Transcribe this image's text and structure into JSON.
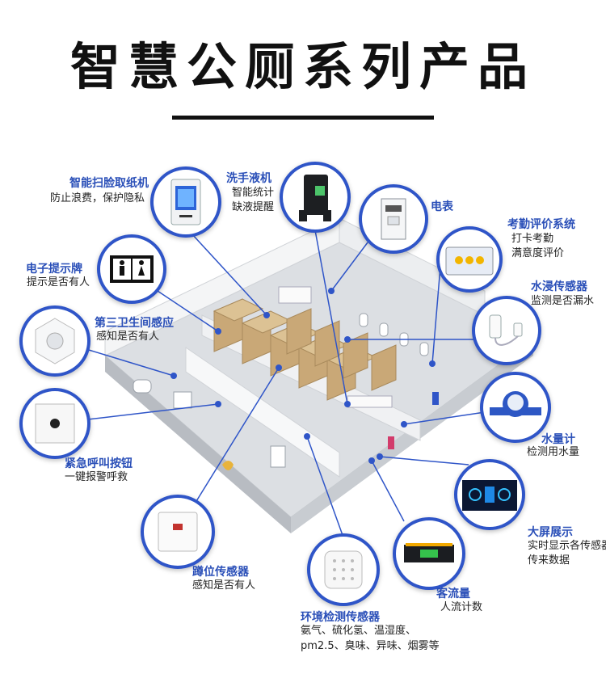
{
  "page": {
    "title": "智慧公厕系列产品"
  },
  "colors": {
    "accent": "#2f55c8",
    "label": "#2a4fb8",
    "stall": "#c9a877",
    "floor": "#dcdfe3"
  },
  "products": {
    "face_paper": {
      "label": "智能扫脸取纸机",
      "desc": "防止浪费，保护隐私",
      "icon": "paper-dispenser-icon"
    },
    "soap": {
      "label": "洗手液机",
      "desc1": "智能统计",
      "desc2": "缺液提醒",
      "icon": "soap-dispenser-icon"
    },
    "meter": {
      "label": "电表",
      "icon": "electric-meter-icon"
    },
    "attendance": {
      "label": "考勤评价系统",
      "desc1": "打卡考勤",
      "desc2": "满意度评价",
      "icon": "tablet-icon"
    },
    "sign": {
      "label": "电子提示牌",
      "desc": "提示是否有人",
      "icon": "restroom-sign-icon"
    },
    "water_leak": {
      "label": "水浸传感器",
      "desc": "监测是否漏水",
      "icon": "water-leak-sensor-icon"
    },
    "third_restroom": {
      "label": "第三卫生间感应",
      "desc": "感知是否有人",
      "icon": "hexagon-sensor-icon"
    },
    "water_meter": {
      "label": "水量计",
      "desc": "检测用水量",
      "icon": "water-meter-icon"
    },
    "emergency": {
      "label": "紧急呼叫按钮",
      "desc": "一键报警呼救",
      "icon": "emergency-button-icon"
    },
    "big_screen": {
      "label": "大屏展示",
      "desc1": "实时显示各传感器",
      "desc2": "传来数据",
      "icon": "dashboard-screen-icon"
    },
    "squat": {
      "label": "蹲位传感器",
      "desc": "感知是否有人",
      "icon": "squat-sensor-icon"
    },
    "traffic": {
      "label": "客流量",
      "desc": "人流计数",
      "icon": "people-counter-icon"
    },
    "environment": {
      "label": "环境检测传感器",
      "desc1": "氨气、硫化氢、温湿度、",
      "desc2": "pm2.5、臭味、异味、烟雾等",
      "icon": "environment-sensor-icon"
    }
  }
}
